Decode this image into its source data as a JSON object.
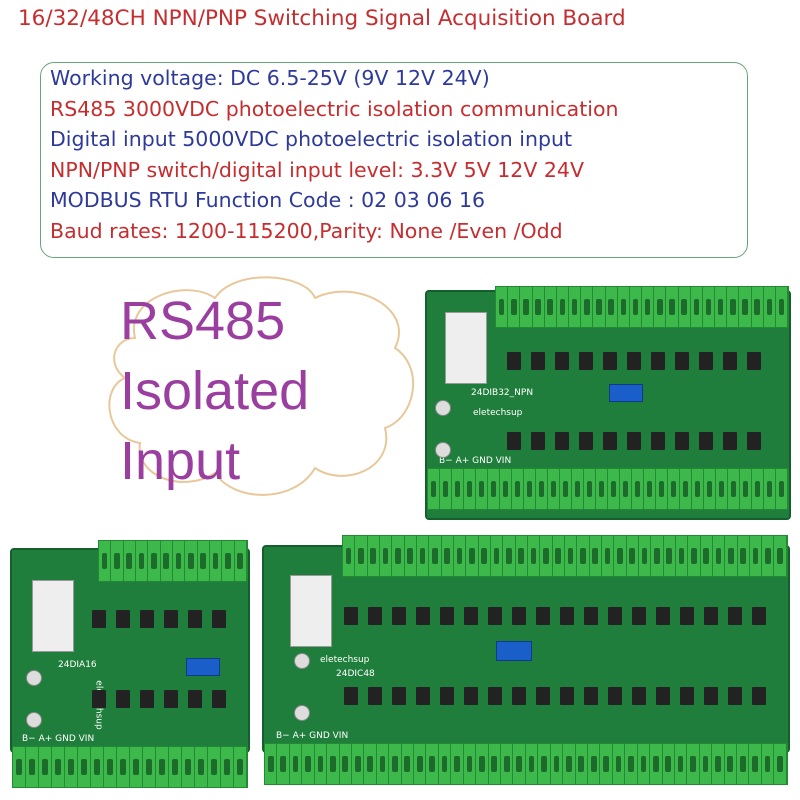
{
  "title": "16/32/48CH NPN/PNP Switching Signal Acquisition Board",
  "colors": {
    "title": "#c62d2f",
    "blue": "#2e3a9a",
    "red": "#c62d2f",
    "purple": "#9a3f9f",
    "board": "#1f7e3c",
    "terminal": "#3db84a"
  },
  "specs": [
    {
      "text": "Working voltage: DC 6.5-25V (9V 12V 24V)",
      "color": "#2e3a9a"
    },
    {
      "text": "RS485 3000VDC photoelectric isolation communication",
      "color": "#c62d2f"
    },
    {
      "text": "Digital input 5000VDC photoelectric isolation input",
      "color": "#2e3a9a"
    },
    {
      "text": "NPN/PNP switch/digital input level: 3.3V 5V 12V 24V",
      "color": "#c62d2f"
    },
    {
      "text": "MODBUS RTU Function Code : 02 03 06 16",
      "color": "#2e3a9a"
    },
    {
      "text": "Baud rates: 1200-115200,Parity: None /Even /Odd",
      "color": "#c62d2f"
    }
  ],
  "callout": {
    "line1": "RS485",
    "line2": "Isolated",
    "line3": "Input"
  },
  "boards": {
    "b32": {
      "model": "24DIB32_NPN",
      "brand": "eletechsup",
      "power": "B− A+ GND VIN"
    },
    "b16": {
      "model": "24DIA16",
      "brand": "eletechsup",
      "power": "B− A+ GND VIN"
    },
    "b48": {
      "model": "24DIC48",
      "brand": "eletechsup",
      "power": "B− A+ GND VIN"
    }
  }
}
